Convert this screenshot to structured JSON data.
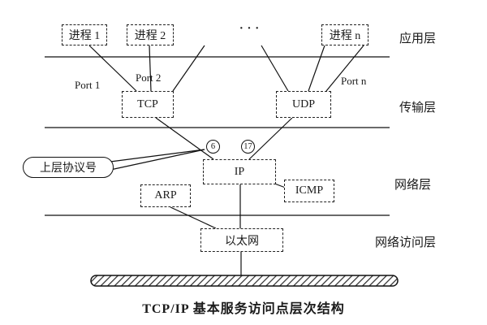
{
  "diagram": {
    "caption": "TCP/IP 基本服务访问点层次结构",
    "layers": {
      "application": "应用层",
      "transport": "传输层",
      "network": "网络层",
      "network_access": "网络访问层"
    },
    "processes": {
      "p1": "进程 1",
      "p2": "进程 2",
      "ellipsis": "···",
      "pn": "进程 n"
    },
    "ports": {
      "p1": "Port 1",
      "p2": "Port 2",
      "pn": "Port n"
    },
    "nodes": {
      "tcp": "TCP",
      "udp": "UDP",
      "ip": "IP",
      "icmp": "ICMP",
      "arp": "ARP",
      "ethernet": "以太网"
    },
    "protocol_numbers": {
      "tcp": "6",
      "udp": "17"
    },
    "callout_label": "上层协议号",
    "colors": {
      "ink": "#1a1a1a",
      "background": "#ffffff"
    }
  }
}
